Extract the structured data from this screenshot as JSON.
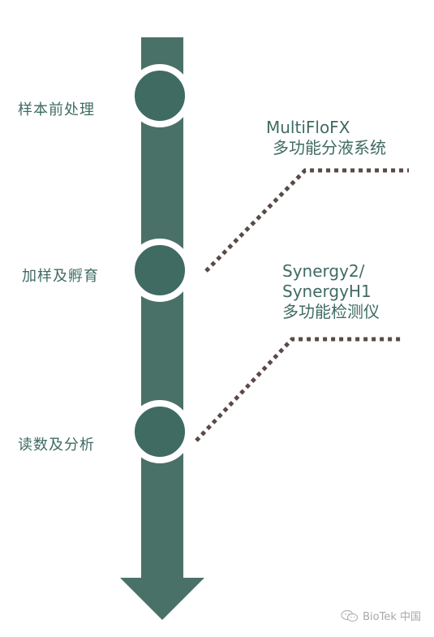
{
  "steps": [
    {
      "label": "样本前处理"
    },
    {
      "label": "加样及孵育"
    },
    {
      "label": "读数及分析"
    }
  ],
  "callouts": [
    {
      "lines": [
        "MultiFloFX",
        "多功能分液系统"
      ]
    },
    {
      "lines": [
        "Synergy2/",
        "SynergyH1",
        "多功能检测仪"
      ]
    }
  ],
  "watermark": {
    "text": "BioTek 中国",
    "icon": "wechat-icon"
  },
  "colors": {
    "arrow": "#4a7168",
    "node": "#3f6b63",
    "node_ring": "#ffffff",
    "label_text": "#3f6b63",
    "connector": "#5a4a47"
  }
}
